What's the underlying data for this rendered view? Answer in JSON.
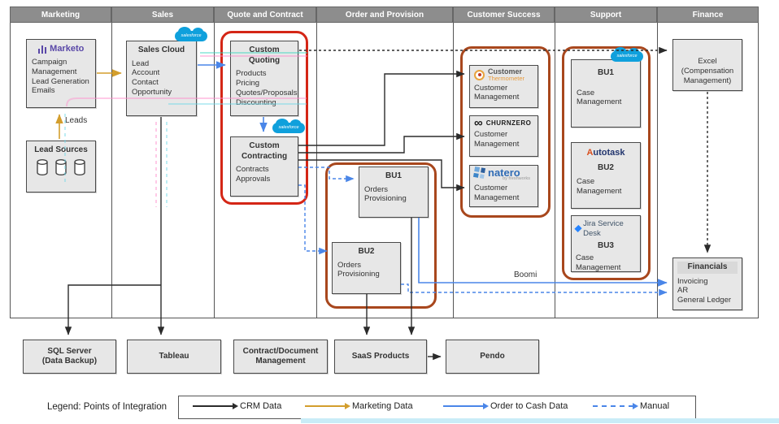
{
  "lanes": [
    "Marketing",
    "Sales",
    "Quote and Contract",
    "Order and Provision",
    "Customer Success",
    "Support",
    "Finance"
  ],
  "labels": {
    "leads": "Leads",
    "boomi": "Boomi",
    "salesforce": "salesforce"
  },
  "boxes": {
    "marketo": {
      "logo": "Marketo",
      "lines": [
        "Campaign Management",
        "Lead Generation",
        "Emails"
      ]
    },
    "lead_sources": {
      "title": "Lead Sources"
    },
    "sales_cloud": {
      "title": "Sales Cloud",
      "lines": [
        "Lead",
        "Account",
        "Contact",
        "Opportunity"
      ]
    },
    "custom_quoting": {
      "title": "Custom Quoting",
      "lines": [
        "Products",
        "Pricing",
        "Quotes/Proposals",
        "Discounting"
      ]
    },
    "custom_contracting": {
      "title": [
        "Custom",
        "Contracting"
      ],
      "lines": [
        "Contracts",
        "Approvals"
      ]
    },
    "bu1_orders": {
      "title": "BU1",
      "lines": [
        "Orders",
        "Provisioning"
      ]
    },
    "bu2_orders": {
      "title": "BU2",
      "lines": [
        "Orders",
        "Provisioning"
      ]
    },
    "customer_thermometer": {
      "logo_line1": "Customer",
      "logo_line2": "Thermometer",
      "lines": [
        "Customer",
        "Management"
      ]
    },
    "churnzero": {
      "logo": "CHURNZERO",
      "icon_glyph": "∞",
      "lines": [
        "Customer",
        "Management"
      ]
    },
    "natero": {
      "logo": "natero",
      "logo_sub": "by freshworks",
      "lines": [
        "Customer",
        "Management"
      ]
    },
    "bu1_support": {
      "title": "BU1",
      "lines": [
        "Case",
        "Management"
      ]
    },
    "bu2_support": {
      "logo_parts": [
        "A",
        "utotask"
      ],
      "title": "BU2",
      "lines": [
        "Case",
        "Management"
      ]
    },
    "bu3_support": {
      "logo": "Jira Service Desk",
      "title": "BU3",
      "lines": [
        "Case",
        "Management"
      ]
    },
    "excel": {
      "lines": [
        "Excel",
        "(Compensation",
        "Management)"
      ]
    },
    "financials": {
      "title": "Financials",
      "lines": [
        "Invoicing",
        "AR",
        "General Ledger"
      ]
    },
    "sql_server": {
      "title": [
        "SQL Server",
        "(Data Backup)"
      ]
    },
    "tableau": {
      "title": "Tableau"
    },
    "contract_document": {
      "title": [
        "Contract/Document",
        "Management"
      ]
    },
    "saas_products": {
      "title": "SaaS Products"
    },
    "pendo": {
      "title": "Pendo"
    }
  },
  "legend": {
    "title": "Legend: Points of Integration",
    "items": [
      {
        "label": "CRM Data",
        "style": "solid",
        "color": "#2b2b2b"
      },
      {
        "label": "Marketing Data",
        "style": "solid",
        "color": "#d39e2d"
      },
      {
        "label": "Order to Cash Data",
        "style": "solid",
        "color": "#4a86e8"
      },
      {
        "label": "Manual",
        "style": "dashed",
        "color": "#4a86e8"
      }
    ]
  },
  "colors": {
    "lane_header_bg": "#8d8d8d",
    "box_bg": "#e7e7e7",
    "group_border": "#a8471d",
    "quote_group_border": "#d42616",
    "crm_data": "#2b2b2b",
    "marketing_data": "#d39e2d",
    "order_to_cash": "#4a86e8",
    "manual": "#4a86e8",
    "salesforce_blue": "#0fa0dc",
    "marketo_purple": "#5a48a8",
    "natero_blue": "#2f6bb5",
    "autotask_navy": "#22356e",
    "jira_blue": "#2684ff"
  }
}
